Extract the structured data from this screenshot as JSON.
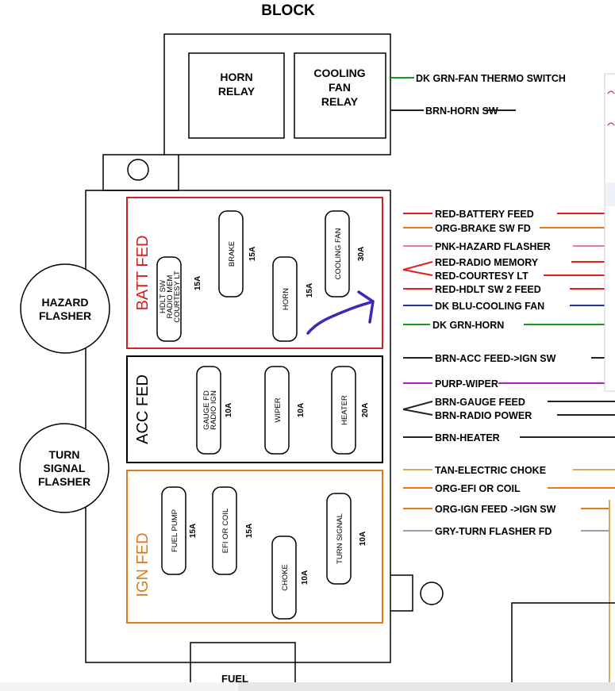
{
  "title": "BLOCK",
  "relays": {
    "horn": [
      "HORN",
      "RELAY"
    ],
    "cooling_fan": [
      "COOLING",
      "FAN",
      "RELAY"
    ]
  },
  "relay_wires": [
    "DK GRN-FAN THERMO SWITCH",
    "BRN-HORN SW"
  ],
  "flashers": {
    "hazard": [
      "HAZARD",
      "FLASHER"
    ],
    "turn": [
      "TURN",
      "SIGNAL",
      "FLASHER"
    ]
  },
  "sections": {
    "batt": {
      "label": "BATT FED",
      "color": "#d42020"
    },
    "acc": {
      "label": "ACC FED",
      "color": "#000000"
    },
    "ign": {
      "label": "IGN FED",
      "color": "#e07a1f"
    }
  },
  "fuses": {
    "hdlt": {
      "lines": [
        "HDLT SW",
        "RADIO MEM",
        "COURTESY LT"
      ],
      "amps": "15A"
    },
    "brake": {
      "lines": [
        "BRAKE"
      ],
      "amps": "15A"
    },
    "horn": {
      "lines": [
        "HORN"
      ],
      "amps": "15A"
    },
    "cooling": {
      "lines": [
        "COOLING FAN"
      ],
      "amps": "30A"
    },
    "gauge": {
      "lines": [
        "GAUGE FD",
        "RADIO IGN"
      ],
      "amps": "10A"
    },
    "wiper": {
      "lines": [
        "WIPER"
      ],
      "amps": "10A"
    },
    "heater": {
      "lines": [
        "HEATER"
      ],
      "amps": "20A"
    },
    "fuelpump": {
      "lines": [
        "FUEL PUMP"
      ],
      "amps": "15A"
    },
    "efi": {
      "lines": [
        "EFI OR COIL"
      ],
      "amps": "15A"
    },
    "choke": {
      "lines": [
        "CHOKE"
      ],
      "amps": "10A"
    },
    "turnsig": {
      "lines": [
        "TURN SIGNAL"
      ],
      "amps": "10A"
    }
  },
  "wires": [
    {
      "label": "RED-BATTERY FEED",
      "color": "#e02020"
    },
    {
      "label": "ORG-BRAKE SW FD",
      "color": "#e07a1f"
    },
    {
      "label": "PNK-HAZARD FLASHER",
      "color": "#e87aa0"
    },
    {
      "label": "RED-RADIO MEMORY",
      "color": "#e02020"
    },
    {
      "label": "RED-COURTESY LT",
      "color": "#e02020"
    },
    {
      "label": "RED-HDLT SW 2 FEED",
      "color": "#e02020"
    },
    {
      "label": "DK BLU-COOLING FAN",
      "color": "#2030a0"
    },
    {
      "label": "DK GRN-HORN",
      "color": "#1a9a1a"
    },
    {
      "label": "BRN-ACC FEED->IGN SW",
      "color": "#222222"
    },
    {
      "label": "PURP-WIPER",
      "color": "#b020c0"
    },
    {
      "label": "BRN-GAUGE FEED",
      "color": "#222222"
    },
    {
      "label": "BRN-RADIO POWER",
      "color": "#222222"
    },
    {
      "label": "BRN-HEATER",
      "color": "#222222"
    },
    {
      "label": "TAN-ELECTRIC CHOKE",
      "color": "#d8a860"
    },
    {
      "label": "ORG-EFI OR COIL",
      "color": "#e07a1f"
    },
    {
      "label": "ORG-IGN FEED ->IGN SW",
      "color": "#e07a1f"
    },
    {
      "label": "GRY-TURN FLASHER FD",
      "color": "#a0a0a0"
    }
  ],
  "bottom_label": "FUEL",
  "annotation_color": "#3a2ab8"
}
